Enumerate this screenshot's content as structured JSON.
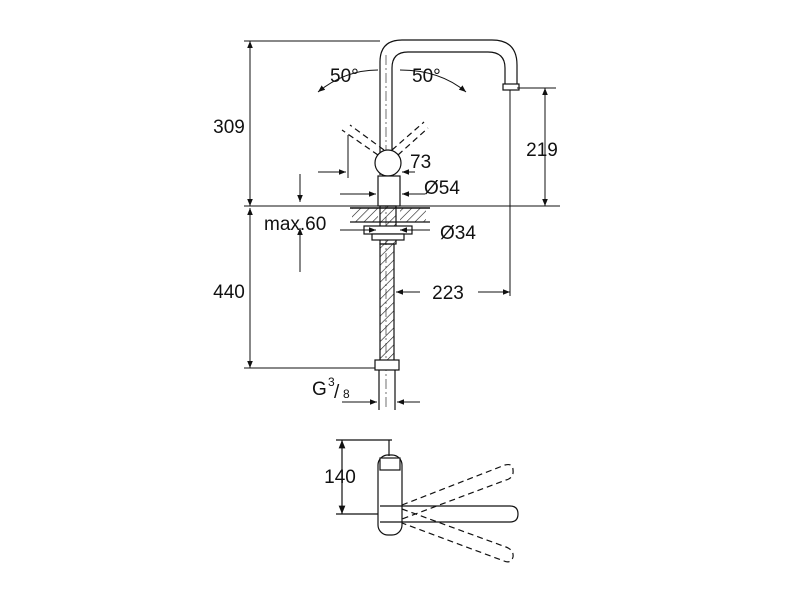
{
  "drawing": {
    "angle_left": "50°",
    "angle_right": "50°",
    "height_total": "309",
    "height_spout": "219",
    "handle_dim": "73",
    "base_diameter": "Ø54",
    "max_countertop": "max.60",
    "hole_diameter": "Ø34",
    "below_counter": "440",
    "spout_reach": "223",
    "thread_g": "G",
    "thread_num": "3",
    "thread_den": "8",
    "top_view_depth": "140"
  }
}
